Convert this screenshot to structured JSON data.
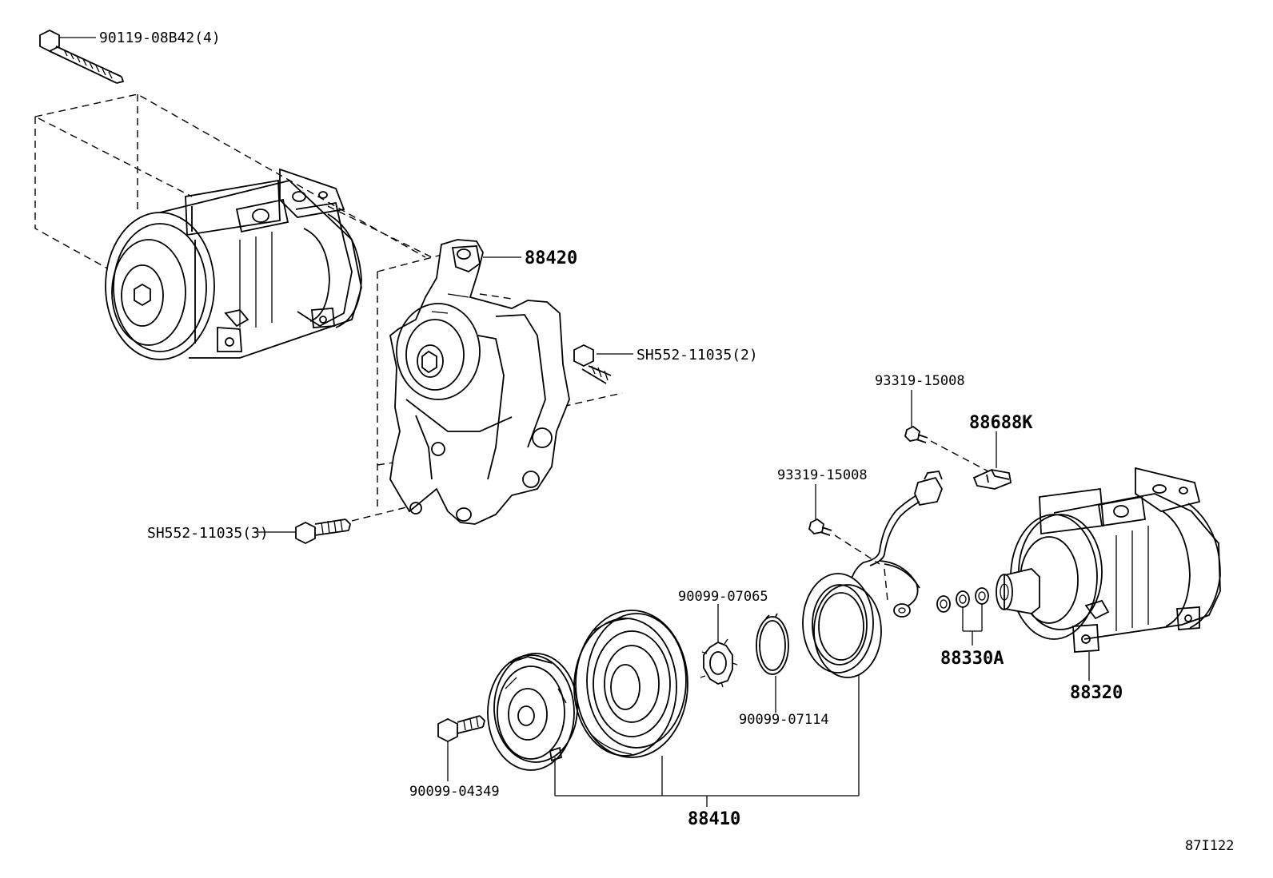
{
  "diagram_id": "87I122",
  "parts": {
    "bolt_top": "90119-08B42(4)",
    "bracket": "88420",
    "bolt_right": "SH552-11035(2)",
    "bolt_left": "SH552-11035(3)",
    "screw_upper": "93319-15008",
    "sensor": "88688K",
    "screw_lower": "93319-15008",
    "shim_set": "90099-07065",
    "snap_ring": "90099-07114",
    "washers": "88330A",
    "compressor": "88320",
    "clutch_bolt": "90099-04349",
    "clutch_assy": "88410"
  }
}
